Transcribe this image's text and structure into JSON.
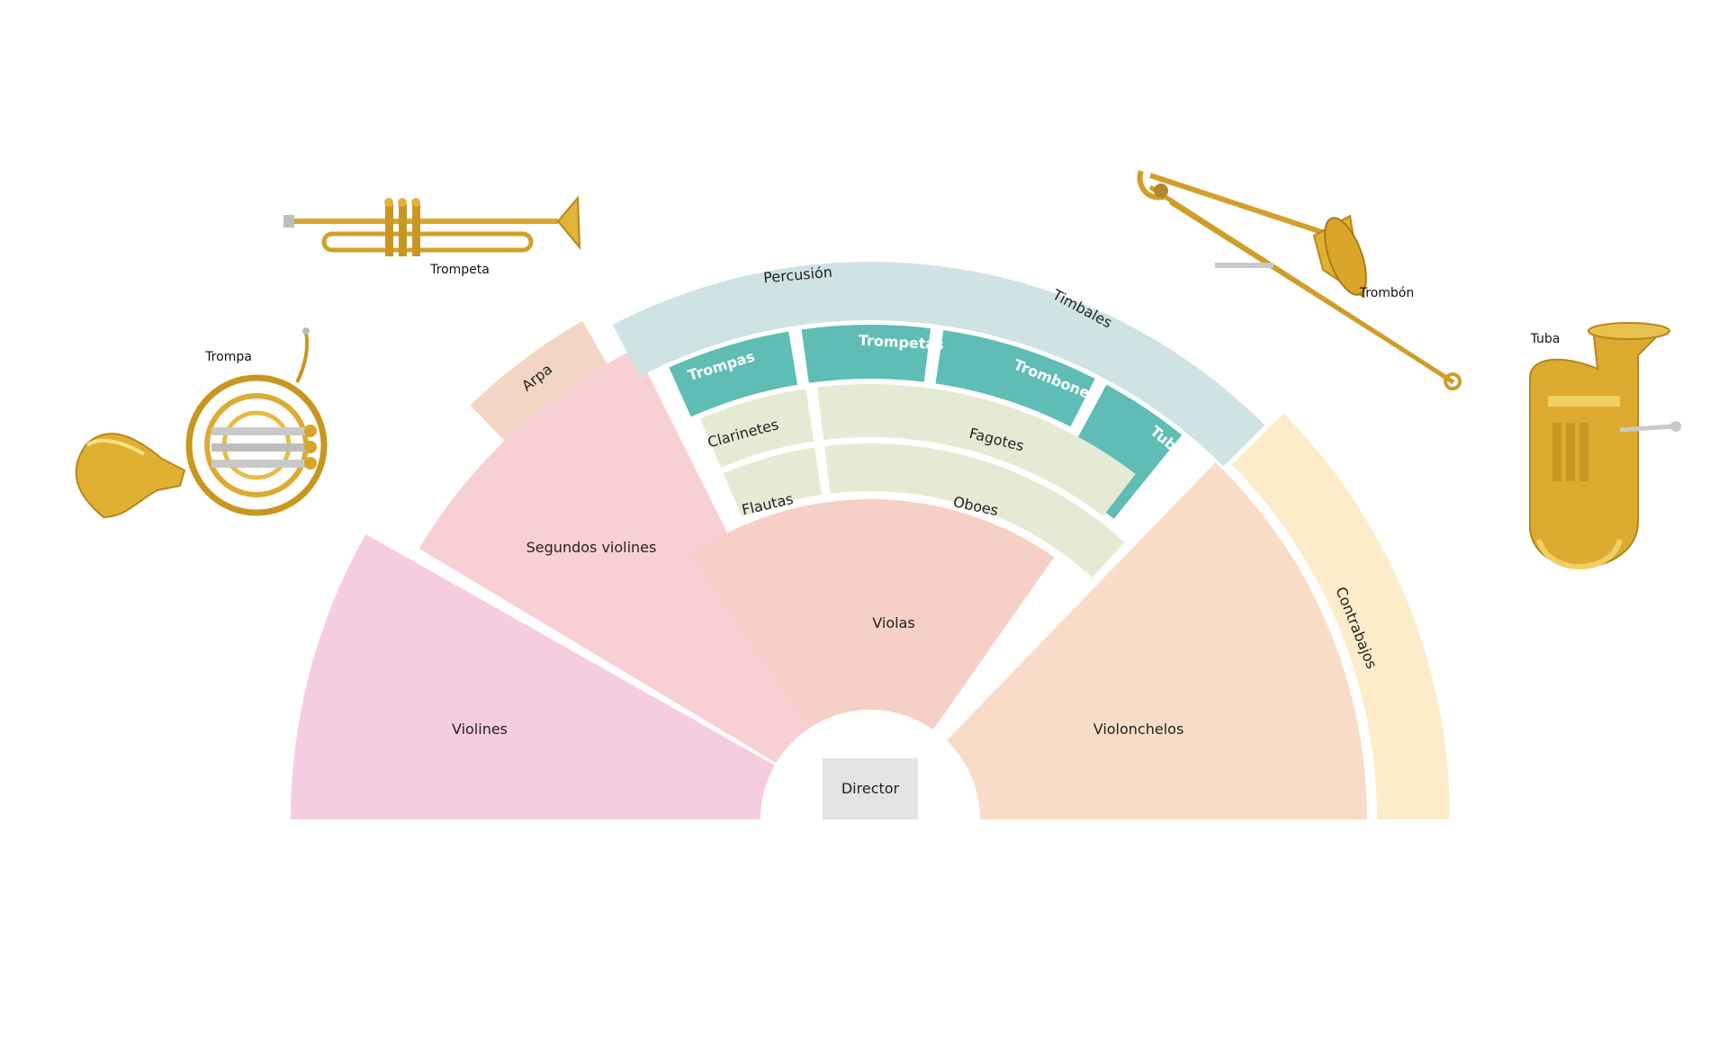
{
  "colors": {
    "violines": "#f6cde0",
    "segundos_violines": "#f8cfd2",
    "violas": "#f6cfc6",
    "violonchelos": "#f9dcc7",
    "contrabajos": "#fcecc9",
    "arpa": "#f2d6c3",
    "percusion": "#cfe3e5",
    "metales": "#5fbdb6",
    "maderas": "#e5ead4",
    "director": "#e3e3e3",
    "brass_gold": "#d6a32c"
  },
  "sections": {
    "director": "Director",
    "violines": "Violines",
    "segundos_violines": "Segundos violines",
    "violas": "Violas",
    "violonchelos": "Violonchelos",
    "contrabajos": "Contrabajos",
    "arpa": "Arpa",
    "percusion": "Percusión",
    "timbales": "Timbales",
    "trompas": "Trompas",
    "trompetas": "Trompetas",
    "trombones": "Trombones",
    "tubas": "Tubas",
    "clarinetes": "Clarinetes",
    "fagotes": "Fagotes",
    "flautas": "Flautas",
    "oboes": "Oboes"
  },
  "instruments": {
    "trompa": {
      "label": "Trompa",
      "icon": "french-horn-icon"
    },
    "trompeta": {
      "label": "Trompeta",
      "icon": "trumpet-icon"
    },
    "trombon": {
      "label": "Trombón",
      "icon": "trombone-icon"
    },
    "tuba": {
      "label": "Tuba",
      "icon": "tuba-icon"
    }
  }
}
